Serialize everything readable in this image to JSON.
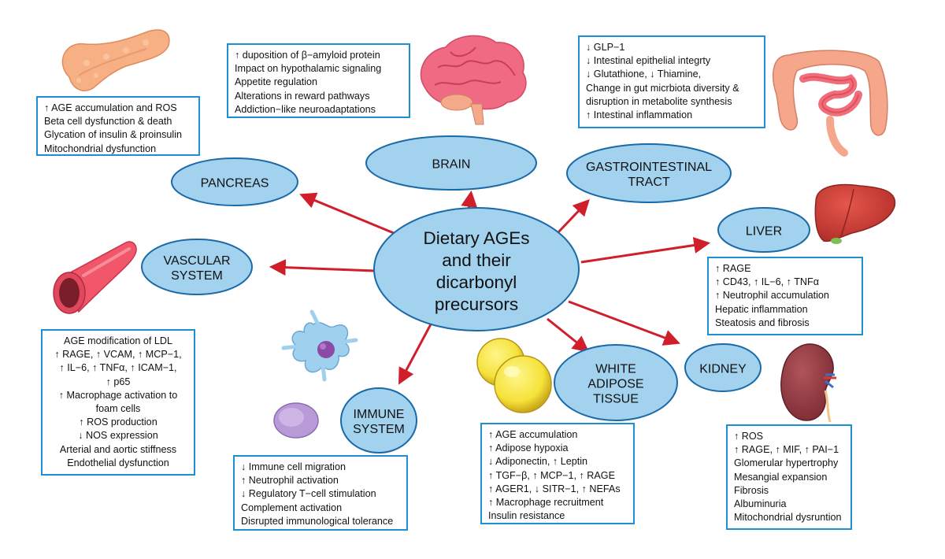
{
  "center_label": [
    "Dietary AGEs",
    "and their",
    "dicarbonyl",
    "precursors"
  ],
  "organs": {
    "pancreas": {
      "label": [
        "PANCREAS"
      ],
      "effects": [
        "↑ AGE accumulation and ROS",
        "Beta cell dysfunction & death",
        "Glycation of insulin & proinsulin",
        "Mitochondrial dysfunction"
      ]
    },
    "brain": {
      "label": [
        "BRAIN"
      ],
      "effects": [
        "↑ duposition of β−amyloid protein",
        "Impact on hypothalamic signaling",
        "Appetite regulation",
        "Alterations in reward pathways",
        "Addiction−like neuroadaptations"
      ]
    },
    "gastrointestinal": {
      "label": [
        "GASTROINTESTINAL",
        "TRACT"
      ],
      "effects": [
        "↓ GLP−1",
        "↓ Intestinal epithelial integrty",
        "↓ Glutathione, ↓ Thiamine,",
        "Change in gut micrbiota diversity &",
        "disruption in metabolite synthesis",
        "↑ Intestinal inflammation"
      ]
    },
    "liver": {
      "label": [
        "LIVER"
      ],
      "effects": [
        "↑ RAGE",
        "↑ CD43, ↑ IL−6, ↑ TNFα",
        "↑ Neutrophil accumulation",
        "Hepatic inflammation",
        "Steatosis and fibrosis"
      ]
    },
    "vascular": {
      "label": [
        "VASCULAR",
        "SYSTEM"
      ],
      "effects": [
        "AGE modification of LDL",
        "↑ RAGE, ↑ VCAM, ↑ MCP−1,",
        "↑ IL−6, ↑ TNFα, ↑ ICAM−1,",
        "↑ p65",
        "↑ Macrophage activation to",
        "foam cells",
        "↑ ROS production",
        "↓ NOS expression",
        "Arterial and aortic stiffness",
        "Endothelial dysfunction"
      ]
    },
    "immune": {
      "label": [
        "IMMUNE",
        "SYSTEM"
      ],
      "effects": [
        "↓ Immune cell migration",
        "↑ Neutrophil activation",
        "↓ Regulatory T−cell stimulation",
        "Complement activation",
        "Disrupted immunological tolerance"
      ]
    },
    "adipose": {
      "label": [
        "WHITE",
        "ADIPOSE",
        "TISSUE"
      ],
      "effects": [
        "↑ AGE accumulation",
        "↑ Adipose hypoxia",
        "↓ Adiponectin, ↑ Leptin",
        "↑ TGF−β, ↑ MCP−1, ↑ RAGE",
        "↑ AGER1, ↓ SITR−1, ↑ NEFAs",
        "↑ Macrophage recruitment",
        "Insulin resistance"
      ]
    },
    "kidney": {
      "label": [
        "KIDNEY"
      ],
      "effects": [
        "↑ ROS",
        "↑ RAGE, ↑ MIF, ↑ PAI−1",
        "Glomerular hypertrophy",
        "Mesangial expansion",
        "Fibrosis",
        "Albuminuria",
        "Mitochondrial dysruntion"
      ]
    }
  },
  "colors": {
    "ellipse_fill": "#a3d2ef",
    "ellipse_stroke": "#1a6aa8",
    "box_border": "#1d8fd6",
    "arrow": "#d01f2a"
  },
  "icons": [
    "pancreas-illustration",
    "brain-illustration",
    "intestine-illustration",
    "liver-illustration",
    "blood-vessel-illustration",
    "immune-cell-illustration",
    "fat-cell-illustration",
    "kidney-illustration"
  ]
}
